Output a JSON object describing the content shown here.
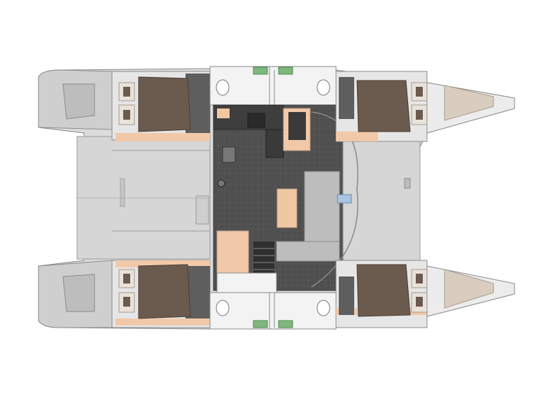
{
  "diagram": {
    "type": "catamaran-layout-plan",
    "view": "top-down",
    "labels": [],
    "zones": {
      "cabins": [
        "cabin-port-aft",
        "cabin-starboard-aft",
        "cabin-port-fwd",
        "cabin-starboard-fwd"
      ],
      "heads": [
        "head-port-aft",
        "head-port-fwd",
        "head-starboard-aft",
        "head-starboard-fwd"
      ],
      "saloon": [
        "galley",
        "saloon-seating",
        "saloon-table",
        "nav-station"
      ],
      "exterior": [
        "aft-cockpit",
        "transom-port",
        "transom-starboard",
        "forward-deck",
        "bow-port",
        "bow-starboard"
      ]
    }
  },
  "colors": {
    "hull": "#dcdcdc",
    "deck": "#c9c9c9",
    "outline": "#8a8a8a",
    "cabin_floor": "#5e5e5e",
    "bed": "#6b5a4e",
    "pillow": "#e9e2da",
    "wood": "#f1c9a9",
    "saloon_floor": "#4f4f4f",
    "saloon_seat": "#bdbdbd",
    "table": "#f0c7a3",
    "bow_trampoline": "#d9cdbf",
    "head_green": "#7fb77e"
  }
}
